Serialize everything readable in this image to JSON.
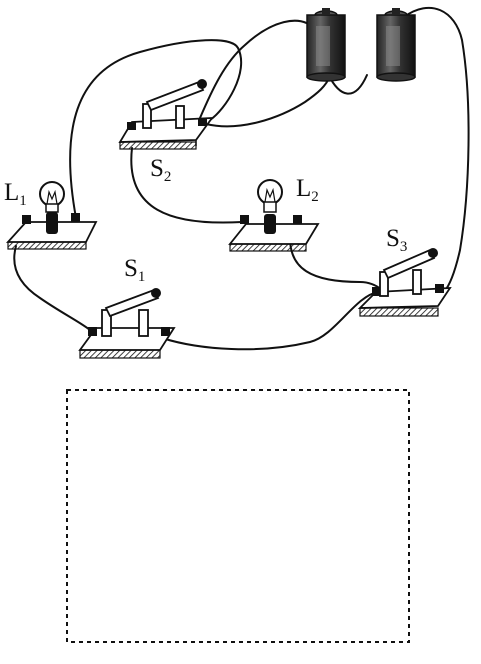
{
  "labels": {
    "lamp1": {
      "main": "L",
      "sub": "1"
    },
    "lamp2": {
      "main": "L",
      "sub": "2"
    },
    "switch1": {
      "main": "S",
      "sub": "1"
    },
    "switch2": {
      "main": "S",
      "sub": "2"
    },
    "switch3": {
      "main": "S",
      "sub": "3"
    }
  },
  "components": {
    "batteries": {
      "count": 2
    },
    "lamps": [
      "lamp1",
      "lamp2"
    ],
    "switches": [
      "switch1",
      "switch2",
      "switch3"
    ]
  },
  "drawing_box": {
    "border": "dotted",
    "content": ""
  },
  "colors": {
    "ink": "#111111",
    "board": "#ffffff"
  }
}
